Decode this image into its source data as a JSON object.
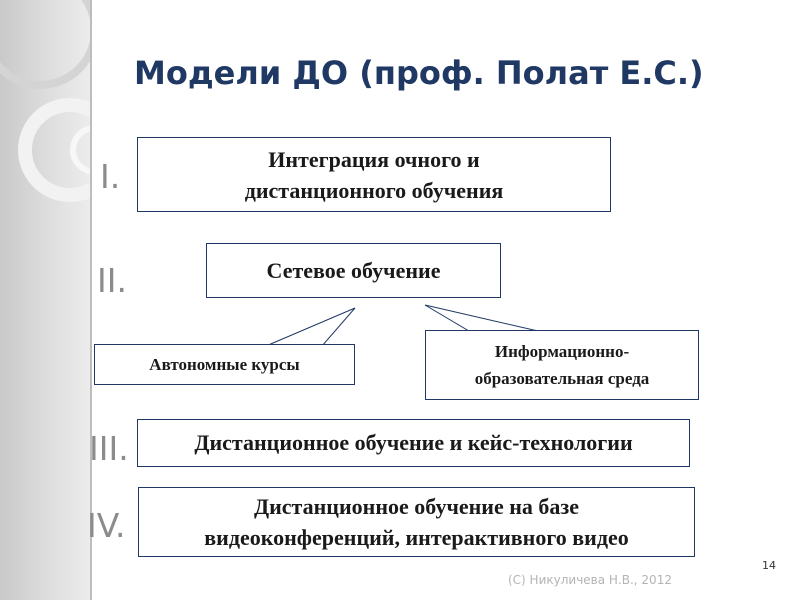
{
  "title": "Модели ДО (проф. Полат Е.С.)",
  "models": [
    {
      "numeral": "I.",
      "text": "Интеграция очного и дистанционного обучения"
    },
    {
      "numeral": "II.",
      "text": "Сетевое обучение"
    },
    {
      "numeral": "III.",
      "text": "Дистанционное обучение и кейс-технологии"
    },
    {
      "numeral": "IV.",
      "text": "Дистанционное обучение на базе видеоконференций, интерактивного видео"
    }
  ],
  "network_subtypes": [
    {
      "text": "Автономные курсы"
    },
    {
      "text": "Информационно-образовательная среда"
    }
  ],
  "footer": "(C) Никуличева Н.В., 2012",
  "page_number": "14",
  "colors": {
    "title": "#1f3864",
    "numeral": "#8c8c8c",
    "box_border": "#1f3864"
  }
}
